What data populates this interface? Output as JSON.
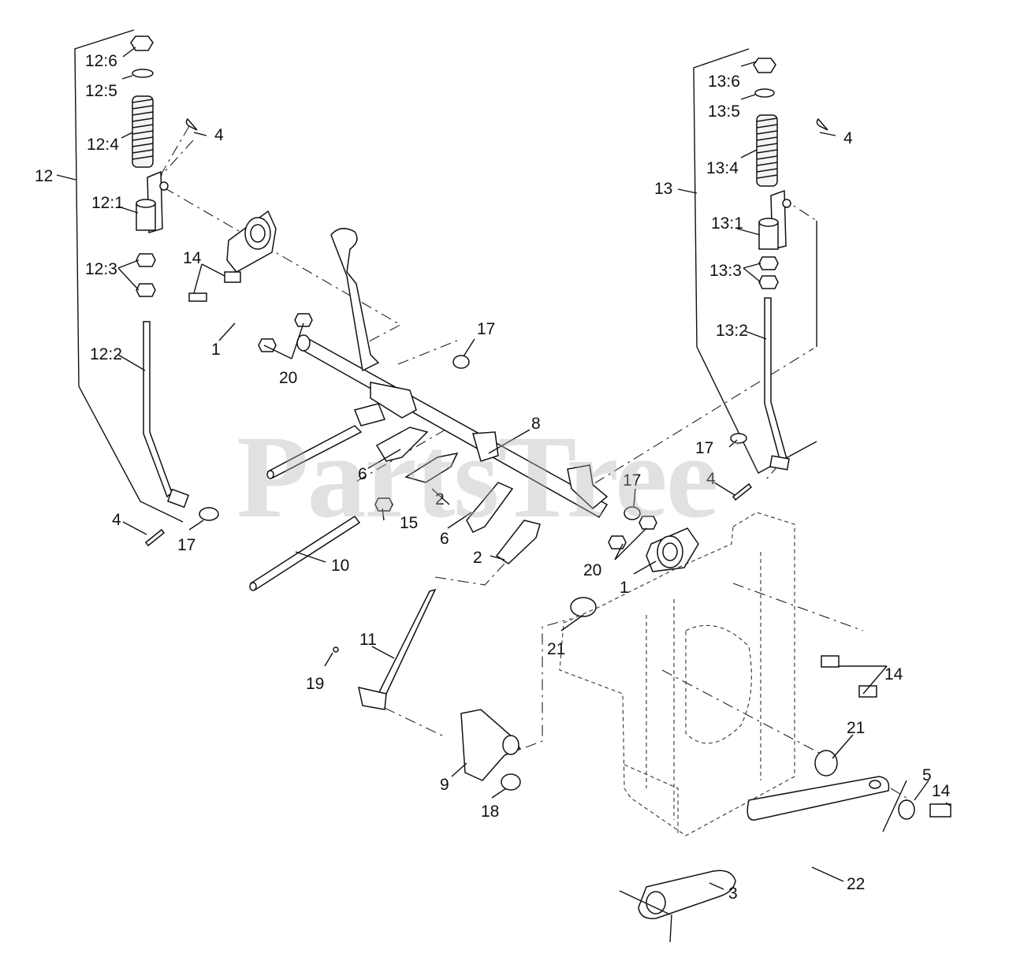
{
  "watermark": {
    "text": "PartsTree",
    "mark": "™"
  },
  "callouts": [
    {
      "id": "12-6",
      "text": "12:6"
    },
    {
      "id": "12-5",
      "text": "12:5"
    },
    {
      "id": "12-4",
      "text": "12:4"
    },
    {
      "id": "12-1",
      "text": "12:1"
    },
    {
      "id": "12-3",
      "text": "12:3"
    },
    {
      "id": "12-2",
      "text": "12:2"
    },
    {
      "id": "12",
      "text": "12"
    },
    {
      "id": "4-a",
      "text": "4"
    },
    {
      "id": "4-b",
      "text": "4"
    },
    {
      "id": "4-c",
      "text": "4"
    },
    {
      "id": "4-d",
      "text": "4"
    },
    {
      "id": "17-a",
      "text": "17"
    },
    {
      "id": "17-b",
      "text": "17"
    },
    {
      "id": "17-c",
      "text": "17"
    },
    {
      "id": "17-d",
      "text": "17"
    },
    {
      "id": "14-a",
      "text": "14"
    },
    {
      "id": "14-b",
      "text": "14"
    },
    {
      "id": "14-c",
      "text": "14"
    },
    {
      "id": "1-a",
      "text": "1"
    },
    {
      "id": "1-b",
      "text": "1"
    },
    {
      "id": "20-a",
      "text": "20"
    },
    {
      "id": "20-b",
      "text": "20"
    },
    {
      "id": "8",
      "text": "8"
    },
    {
      "id": "6-a",
      "text": "6"
    },
    {
      "id": "6-b",
      "text": "6"
    },
    {
      "id": "2-a",
      "text": "2"
    },
    {
      "id": "2-b",
      "text": "2"
    },
    {
      "id": "15",
      "text": "15"
    },
    {
      "id": "10",
      "text": "10"
    },
    {
      "id": "11",
      "text": "11"
    },
    {
      "id": "19",
      "text": "19"
    },
    {
      "id": "9",
      "text": "9"
    },
    {
      "id": "18",
      "text": "18"
    },
    {
      "id": "21-a",
      "text": "21"
    },
    {
      "id": "21-b",
      "text": "21"
    },
    {
      "id": "5",
      "text": "5"
    },
    {
      "id": "22",
      "text": "22"
    },
    {
      "id": "3",
      "text": "3"
    },
    {
      "id": "13",
      "text": "13"
    },
    {
      "id": "13-6",
      "text": "13:6"
    },
    {
      "id": "13-5",
      "text": "13:5"
    },
    {
      "id": "13-4",
      "text": "13:4"
    },
    {
      "id": "13-1",
      "text": "13:1"
    },
    {
      "id": "13-3",
      "text": "13:3"
    },
    {
      "id": "13-2",
      "text": "13:2"
    }
  ]
}
